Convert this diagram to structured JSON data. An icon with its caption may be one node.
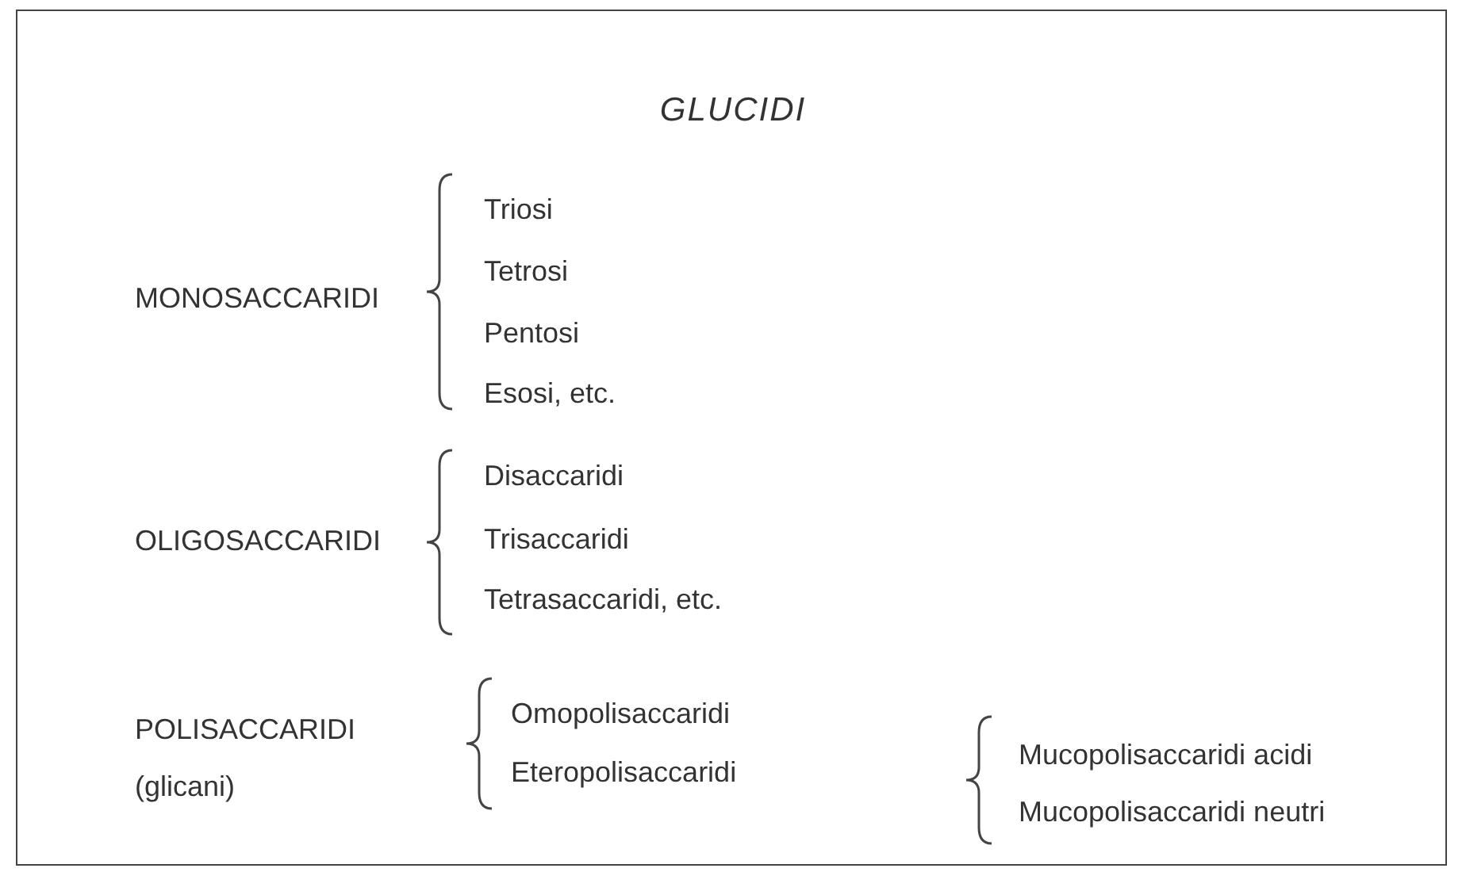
{
  "diagram": {
    "title": "GLUCIDI",
    "labels": [
      "MONOSACCARIDI",
      "Triosi",
      "Tetrosi",
      "Pentosi",
      "Esosi, etc.",
      "OLIGOSACCARIDI",
      "Disaccaridi",
      "Trisaccaridi",
      "Tetrasaccaridi, etc.",
      "POLISACCARIDI",
      "(glicani)",
      "Omopolisaccaridi",
      "Eteropolisaccaridi",
      "Mucopolisaccaridi acidi",
      "Mucopolisaccaridi neutri"
    ]
  }
}
